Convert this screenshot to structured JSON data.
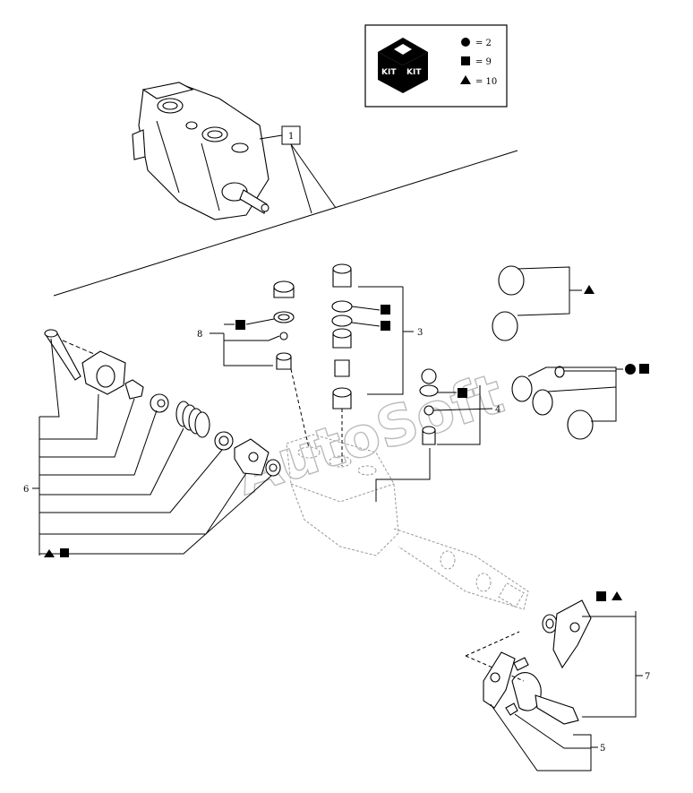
{
  "legend": {
    "kit_label": "KIT",
    "items": [
      {
        "symbol": "circle",
        "text": "= 2"
      },
      {
        "symbol": "square",
        "text": "= 9"
      },
      {
        "symbol": "triangle",
        "text": "= 10"
      }
    ]
  },
  "assembly_ref": "1",
  "callouts": {
    "c3": "3",
    "c4": "4",
    "c5": "5",
    "c6": "6",
    "c7": "7",
    "c8": "8"
  },
  "watermark": "AutoSoft",
  "colors": {
    "ink": "#000000",
    "watermark": "#bbbbbb",
    "background": "#ffffff"
  }
}
